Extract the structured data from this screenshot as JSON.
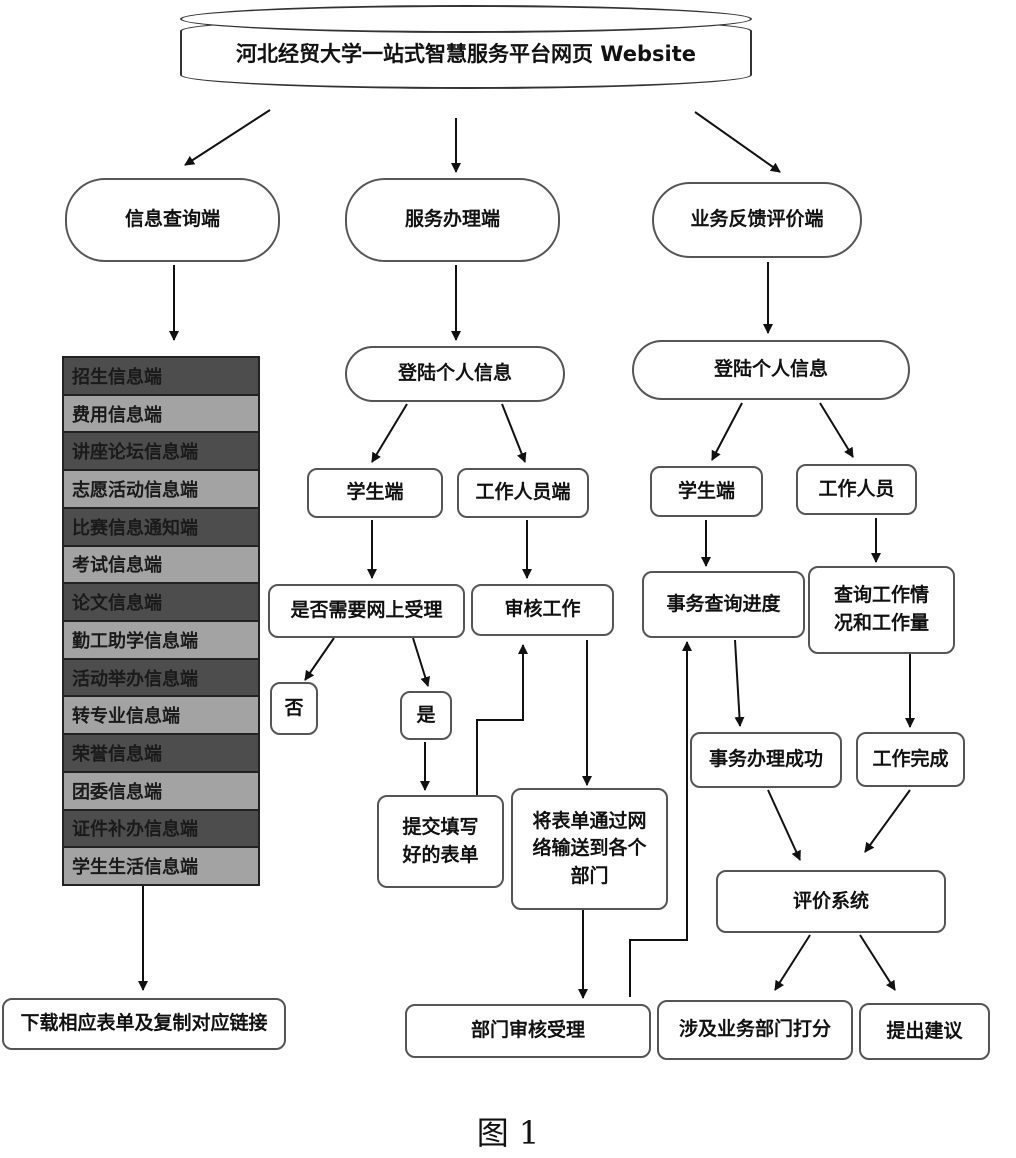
{
  "title": "河北经贸大学一站式智慧服务平台网页 Website",
  "branches": {
    "info": "信息查询端",
    "service": "服务办理端",
    "feedback": "业务反馈评价端"
  },
  "info_list": [
    "招生信息端",
    "费用信息端",
    "讲座论坛信息端",
    "志愿活动信息端",
    "比赛信息通知端",
    "考试信息端",
    "论文信息端",
    "勤工助学信息端",
    "活动举办信息端",
    "转专业信息端",
    "荣誉信息端",
    "团委信息端",
    "证件补办信息端",
    "学生生活信息端"
  ],
  "download": "下载相应表单及复制对应链接",
  "service_flow": {
    "login": "登陆个人信息",
    "student": "学生端",
    "staff": "工作人员端",
    "need_online": "是否需要网上受理",
    "review": "审核工作",
    "no": "否",
    "yes": "是",
    "submit": "提交填写好的表单",
    "transmit": "将表单通过网络输送到各个部门",
    "dept_review": "部门审核受理"
  },
  "feedback_flow": {
    "login": "登陆个人信息",
    "student": "学生端",
    "staff": "工作人员",
    "query_progress": "事务查询进度",
    "query_work": "查询工作情况和工作量",
    "success": "事务办理成功",
    "done": "工作完成",
    "eval": "评价系统",
    "score": "涉及业务部门打分",
    "suggest": "提出建议"
  },
  "caption": "图 1"
}
